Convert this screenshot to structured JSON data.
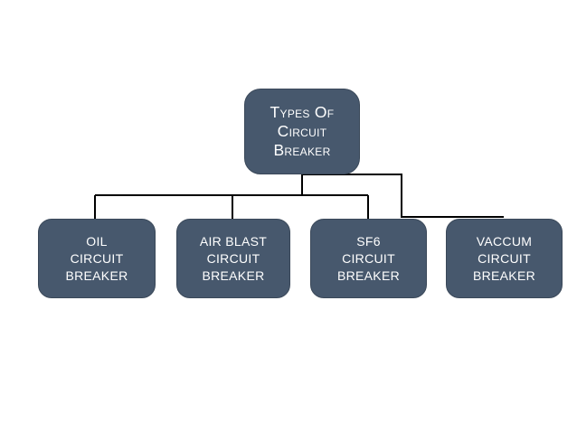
{
  "diagram": {
    "root": {
      "label_lines": [
        "Types Of",
        "Circuit",
        "Breaker"
      ]
    },
    "children": [
      {
        "label_lines": [
          "OIL",
          "CIRCUIT",
          "BREAKER"
        ]
      },
      {
        "label_lines": [
          "AIR BLAST",
          "CIRCUIT",
          "BREAKER"
        ]
      },
      {
        "label_lines": [
          "SF6",
          "CIRCUIT",
          "BREAKER"
        ]
      },
      {
        "label_lines": [
          "VACCUM",
          "CIRCUIT",
          "BREAKER"
        ]
      }
    ],
    "colors": {
      "node_fill": "#47586d",
      "node_border": "#3a4859",
      "node_text": "#ffffff",
      "connector": "#000000",
      "background": "#ffffff"
    }
  }
}
